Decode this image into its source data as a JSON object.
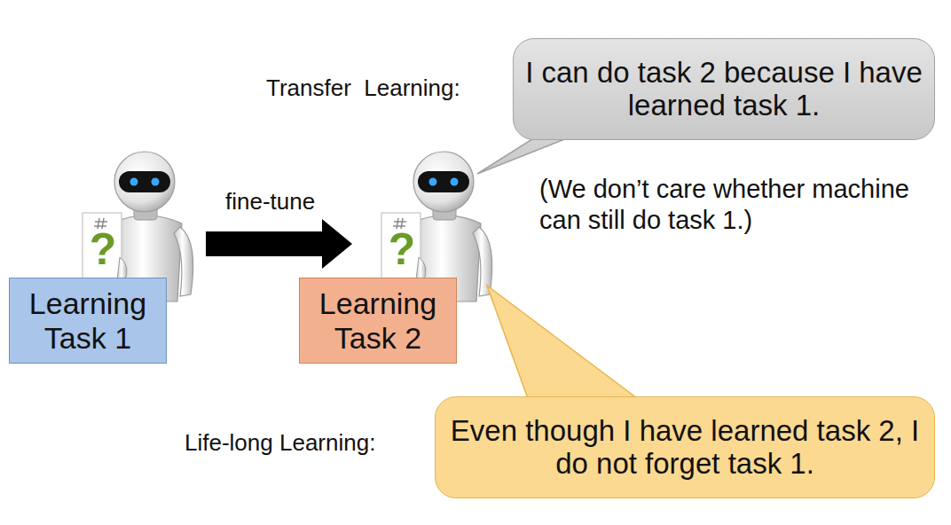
{
  "diagram": {
    "nodes": [
      {
        "text": [
          "Learning Task 1"
        ]
      },
      {
        "text": [
          "Learning Task 2"
        ]
      },
      {
        "text": [
          "I can do task 2 because I have learned task 1."
        ]
      },
      {
        "text": [
          "Even though I have learned task 2, I do not forget task 1."
        ]
      }
    ],
    "edges": [
      {
        "from": 0,
        "to": 1,
        "label": "fine-tune",
        "arrow": "to"
      }
    ],
    "labels": [
      "Transfer  Learning:",
      "(We don’t care whether machine can still do task 1.)",
      "Life-long Learning:",
      "?",
      "?"
    ]
  }
}
